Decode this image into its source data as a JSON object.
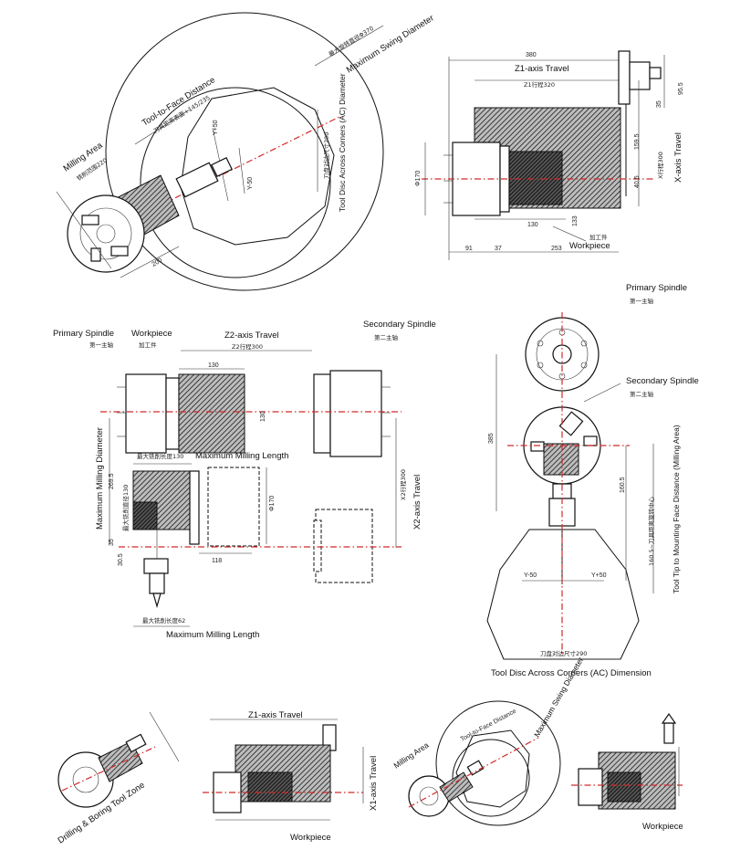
{
  "top_left": {
    "milling_area": "Milling Area",
    "tool_to_face_distance": "Tool-to-Face Distance",
    "maximum_swing_diameter": "Maximum Swing Diameter",
    "tool_disc_across_corners": "Tool Disc Across Corners (AC) Diameter",
    "dim_200": "200",
    "cn_milling_area": "铣削范围220",
    "cn_tool_face": "刀具距离表面+145/235",
    "cn_tool_disc": "刀盘对边尺寸290",
    "cn_max_swing": "最大旋转直径Φ370",
    "y_plus_50": "Y+50",
    "y_minus_50": "Y-50"
  },
  "top_right": {
    "z1_axis_travel": "Z1-axis Travel",
    "x_axis_travel": "X-axis Travel",
    "workpiece": "Workpiece",
    "cn_z1": "Z1行程320",
    "cn_x": "X行程300",
    "cn_workpiece": "加工件",
    "dims": {
      "d380": "380",
      "d95_5": "95.5",
      "d35": "35",
      "d159_5": "159.5",
      "d40_5": "40.5",
      "d170": "Φ170",
      "d130": "130",
      "d133": "133",
      "d91": "91",
      "d37": "37",
      "d253": "253"
    }
  },
  "middle_left": {
    "primary_spindle": "Primary Spindle",
    "workpiece": "Workpiece",
    "z2_axis_travel": "Z2-axis Travel",
    "secondary_spindle": "Secondary Spindle",
    "maximum_milling_diameter": "Maximum Milling Diameter",
    "maximum_milling_length_top": "Maximum Milling Length",
    "maximum_milling_length_bottom": "Maximum Milling Length",
    "x2_axis_travel": "X2-axis Travel",
    "cn_primary": "第一主轴",
    "cn_workpiece": "加工件",
    "cn_z2": "Z2行程300",
    "cn_secondary": "第二主轴",
    "cn_max_len_top": "最大铣削长度130",
    "cn_max_dia": "最大铣削直径130",
    "cn_x2": "X2行程300",
    "cn_max_len_bottom": "最大铣削长度62",
    "dims": {
      "d130a": "130",
      "d130b": "130",
      "d269_5": "269.5",
      "d35": "35",
      "d30_5": "30.5",
      "d118": "118",
      "d170": "Φ170"
    }
  },
  "middle_right": {
    "primary_spindle": "Primary Spindle",
    "secondary_spindle": "Secondary Spindle",
    "tool_tip_to_mounting": "Tool Tip to Mounting Face Distance (Milling Area)",
    "tool_disc_across_corners": "Tool Disc Across Corners (AC) Dimension",
    "cn_primary": "第一主轴",
    "cn_secondary": "第二主轴",
    "cn_tool_disc": "刀盘对边尺寸290",
    "cn_tool_tip": "160.5~刀具距离旋转中心",
    "dims": {
      "d385": "385",
      "d160_5": "160.5",
      "y_minus_50": "Y-50",
      "y_plus_50": "Y+50"
    }
  },
  "bottom": {
    "drilling_boring": "Drilling & Boring Tool Zone",
    "z1_axis_travel": "Z1-axis Travel",
    "x1_axis_travel": "X1-axis Travel",
    "workpiece_1": "Workpiece",
    "milling_area": "Milling Area",
    "tool_to_face": "Tool-to-Face Distance",
    "maximum_swing_diameter": "Maximum Swing Diameter",
    "workpiece_2": "Workpiece"
  }
}
